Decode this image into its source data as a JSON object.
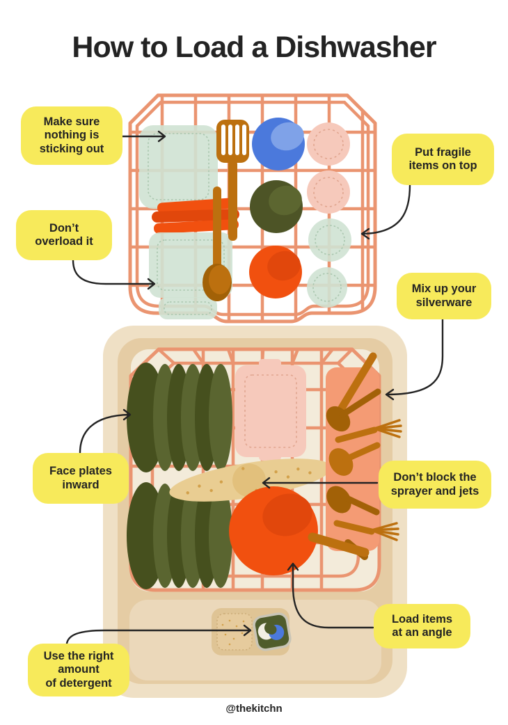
{
  "title": "How to Load a Dishwasher",
  "credit": "@thekitchn",
  "callouts": {
    "sticking_out": "Make sure\nnothing is\nsticking out",
    "fragile": "Put fragile\nitems on top",
    "overload": "Don’t\noverload it",
    "silverware": "Mix up your\nsilverware",
    "face_plates": "Face plates\ninward",
    "sprayer": "Don’t block the\nsprayer and jets",
    "angle": "Load items\nat an angle",
    "detergent": "Use the right\namount\nof detergent"
  },
  "icons": {
    "detergent_pod": "detergent-pod-icon",
    "callout_arrows": "pointer-arrow-icon"
  },
  "colors": {
    "ink": "#232323",
    "callout_bg": "#F7EA5B",
    "rack": "#EA9470",
    "basket": "#F49B74",
    "mint": "#CFE2D3",
    "mint_line": "#A9C6AE",
    "orange": "#F1500F",
    "orange_dark": "#E1470C",
    "brown": "#BC700F",
    "brown_dark": "#A26107",
    "blue": "#4B79DC",
    "blue_light": "#7FA2E8",
    "olive": "#4D5426",
    "olive_light": "#5C6630",
    "plate_dark": "#46501E",
    "plate_light": "#5A6530",
    "pink": "#F6C9BB",
    "pink_line": "#E0A58F",
    "tub": "#EFE0C5",
    "tub_band": "#E5CCA4",
    "cream": "#F3EBDA",
    "door_panel": "#EBD8BA",
    "housing": "#DFC495",
    "housing_inner": "#E6CB9D",
    "sprayer_fill": "#E9CD92",
    "sprayer_hub": "#E2C07C",
    "sprayer_dot": "#D2A04A",
    "pod_olive": "#4F5C2B",
    "pod_border": "#C9C5B6",
    "pod_white": "#F2EFE3",
    "pod_blue": "#4B79DC"
  }
}
